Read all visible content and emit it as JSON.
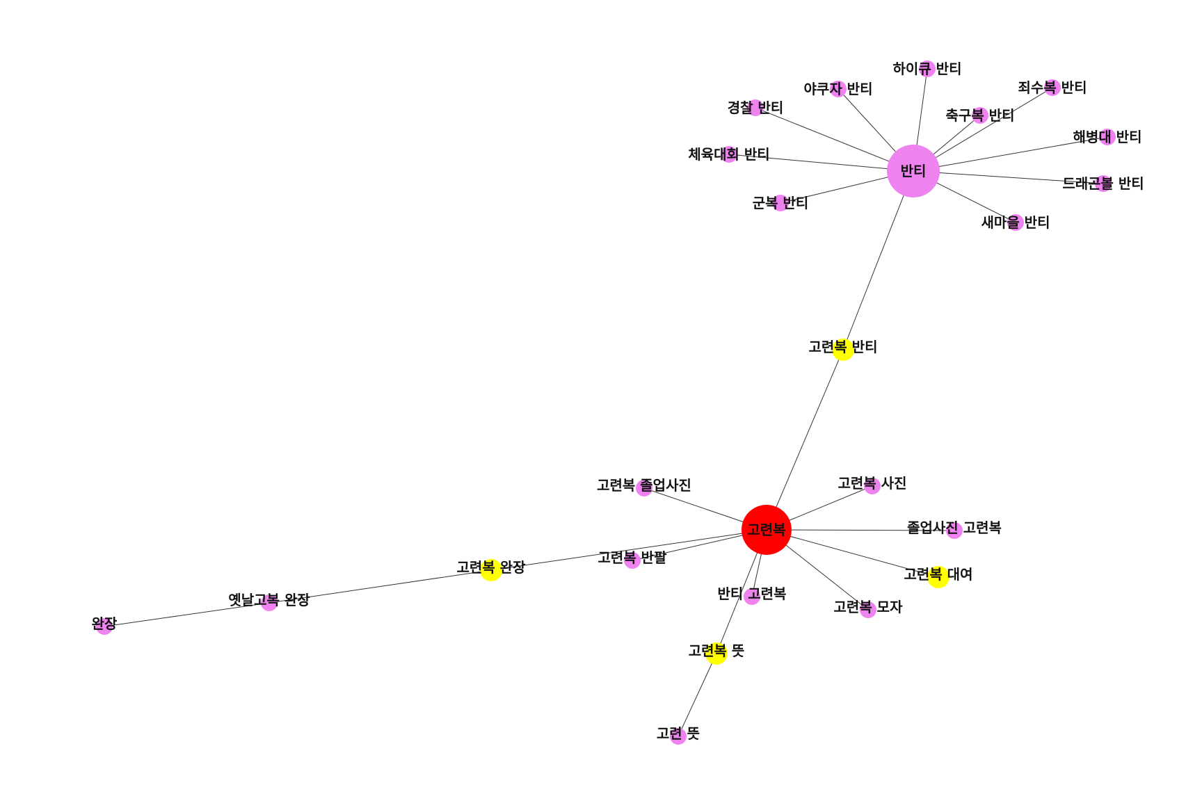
{
  "graph": {
    "colors": {
      "root": "#ff0000",
      "hub": "#ee82ee",
      "bridge": "#ffff00",
      "leaf": "#ee82ee",
      "edge": "#333333",
      "label": "#111111"
    },
    "nodes": [
      {
        "id": "n0",
        "label": "고련복",
        "kind": "root"
      },
      {
        "id": "n1",
        "label": "반티",
        "kind": "hub"
      },
      {
        "id": "n2",
        "label": "고련복 반티",
        "kind": "bridge"
      },
      {
        "id": "n3",
        "label": "고련복 완장",
        "kind": "bridge"
      },
      {
        "id": "n4",
        "label": "고련복 대여",
        "kind": "bridge"
      },
      {
        "id": "n5",
        "label": "고련복 뜻",
        "kind": "bridge"
      },
      {
        "id": "n6",
        "label": "하이큐 반티",
        "kind": "leaf"
      },
      {
        "id": "n7",
        "label": "야쿠자 반티",
        "kind": "leaf"
      },
      {
        "id": "n8",
        "label": "죄수복 반티",
        "kind": "leaf"
      },
      {
        "id": "n9",
        "label": "경찰 반티",
        "kind": "leaf"
      },
      {
        "id": "n10",
        "label": "축구복 반티",
        "kind": "leaf"
      },
      {
        "id": "n11",
        "label": "해병대 반티",
        "kind": "leaf"
      },
      {
        "id": "n12",
        "label": "체육대회 반티",
        "kind": "leaf"
      },
      {
        "id": "n13",
        "label": "드래곤볼 반티",
        "kind": "leaf"
      },
      {
        "id": "n14",
        "label": "군복 반티",
        "kind": "leaf"
      },
      {
        "id": "n15",
        "label": "새마을 반티",
        "kind": "leaf"
      },
      {
        "id": "n16",
        "label": "고련복 졸업사진",
        "kind": "leaf"
      },
      {
        "id": "n17",
        "label": "고련복 사진",
        "kind": "leaf"
      },
      {
        "id": "n18",
        "label": "졸업사진 고련복",
        "kind": "leaf"
      },
      {
        "id": "n19",
        "label": "고련복 반팔",
        "kind": "leaf"
      },
      {
        "id": "n20",
        "label": "반티 고련복",
        "kind": "leaf"
      },
      {
        "id": "n21",
        "label": "고련복 모자",
        "kind": "leaf"
      },
      {
        "id": "n22",
        "label": "옛날고복 완장",
        "kind": "leaf"
      },
      {
        "id": "n23",
        "label": "완장",
        "kind": "leaf"
      },
      {
        "id": "n24",
        "label": "고련 뜻",
        "kind": "leaf"
      }
    ],
    "edges": [
      [
        "n0",
        "n2"
      ],
      [
        "n2",
        "n1"
      ],
      [
        "n1",
        "n6"
      ],
      [
        "n1",
        "n7"
      ],
      [
        "n1",
        "n8"
      ],
      [
        "n1",
        "n9"
      ],
      [
        "n1",
        "n10"
      ],
      [
        "n1",
        "n11"
      ],
      [
        "n1",
        "n12"
      ],
      [
        "n1",
        "n13"
      ],
      [
        "n1",
        "n14"
      ],
      [
        "n1",
        "n15"
      ],
      [
        "n0",
        "n16"
      ],
      [
        "n0",
        "n17"
      ],
      [
        "n0",
        "n18"
      ],
      [
        "n0",
        "n19"
      ],
      [
        "n0",
        "n3"
      ],
      [
        "n3",
        "n22"
      ],
      [
        "n22",
        "n23"
      ],
      [
        "n0",
        "n4"
      ],
      [
        "n0",
        "n20"
      ],
      [
        "n0",
        "n21"
      ],
      [
        "n0",
        "n5"
      ],
      [
        "n5",
        "n24"
      ]
    ]
  }
}
